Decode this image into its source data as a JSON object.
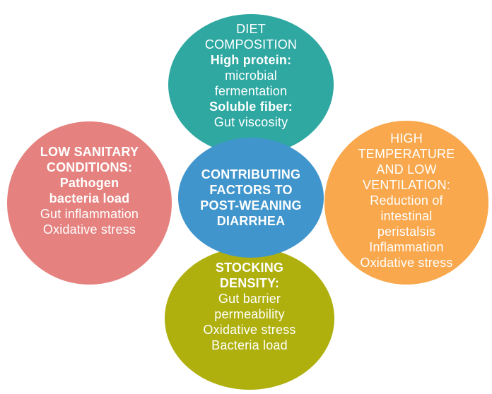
{
  "colors": {
    "background": "#ffffff",
    "diet": "#2FA8A2",
    "sanitary": "#E5827F",
    "center": "#4095CC",
    "temperature": "#F9A84D",
    "stocking": "#AFB00E",
    "text": "#FFFFFF"
  },
  "circles": {
    "diet": {
      "lines": [
        "DIET",
        "COMPOSITION",
        "High protein:",
        "microbial",
        "fermentation",
        "Soluble fiber:",
        "Gut viscosity"
      ]
    },
    "sanitary": {
      "lines": [
        "LOW SANITARY",
        "CONDITIONS:",
        "Pathogen",
        "bacteria load",
        "Gut inflammation",
        "Oxidative stress"
      ]
    },
    "center": {
      "lines": [
        "CONTRIBUTING",
        "FACTORS TO",
        "POST-WEANING",
        "DIARRHEA"
      ]
    },
    "temperature": {
      "lines": [
        "HIGH",
        "TEMPERATURE",
        "AND LOW",
        "VENTILATION:",
        "Reduction of",
        "intestinal",
        "peristalsis",
        "Inflammation",
        "Oxidative stress"
      ]
    },
    "stocking": {
      "lines": [
        "STOCKING",
        "DENSITY:",
        "Gut barrier",
        "permeability",
        "Oxidative stress",
        "Bacteria load"
      ]
    }
  }
}
